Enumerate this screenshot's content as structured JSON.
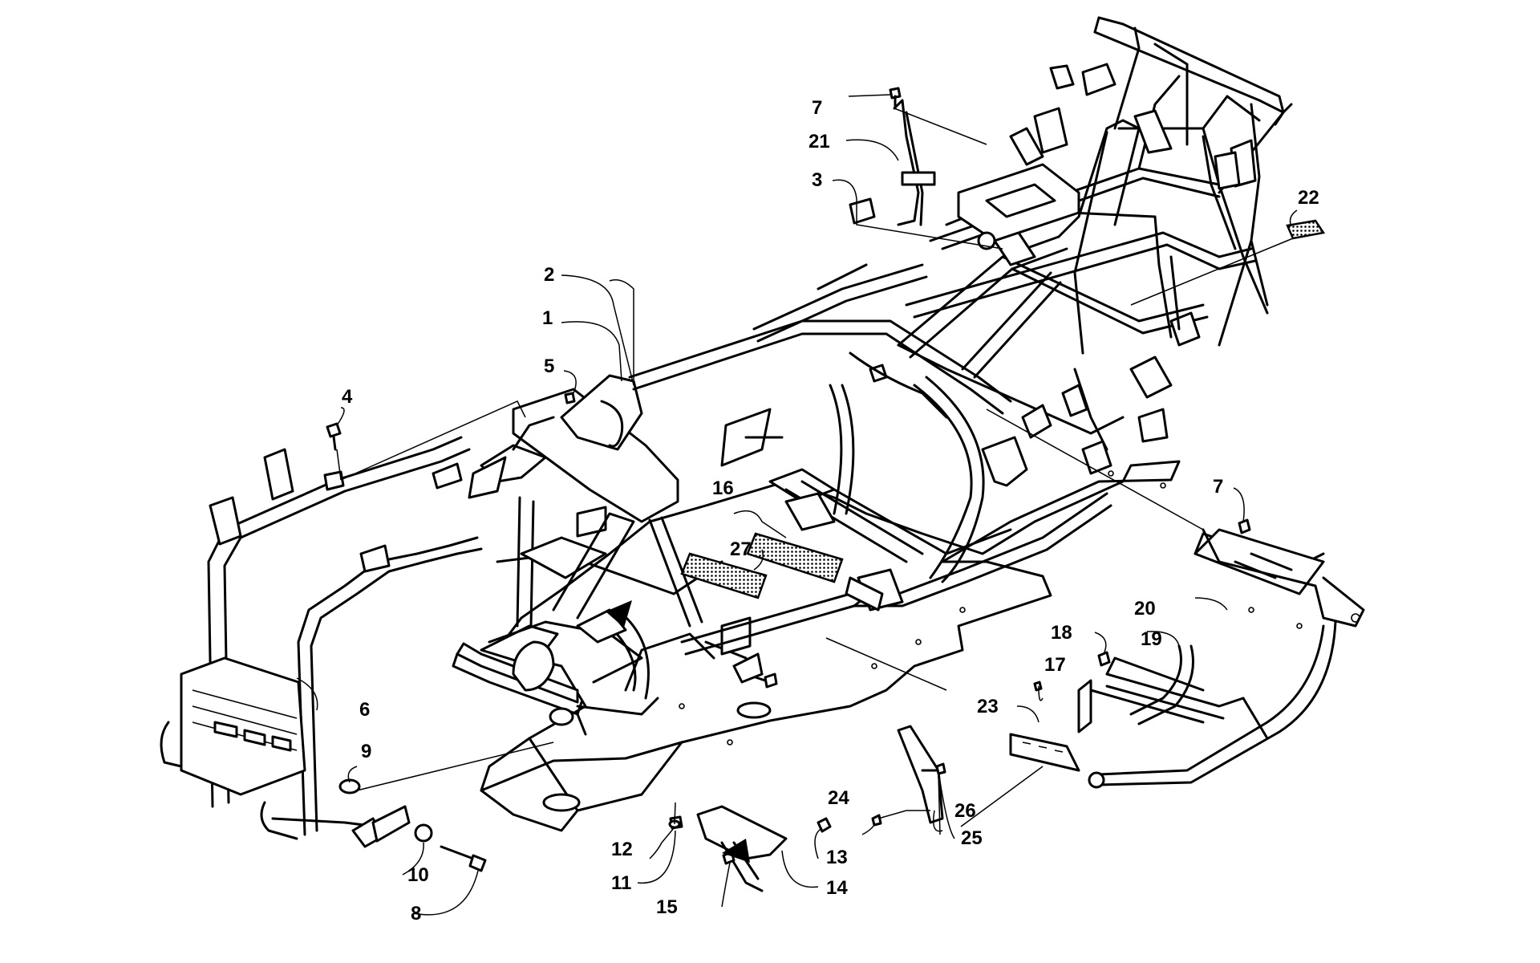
{
  "diagram": {
    "callouts": [
      {
        "id": "c1",
        "label": "1"
      },
      {
        "id": "c2",
        "label": "2"
      },
      {
        "id": "c3",
        "label": "3"
      },
      {
        "id": "c4",
        "label": "4"
      },
      {
        "id": "c5",
        "label": "5"
      },
      {
        "id": "c6",
        "label": "6"
      },
      {
        "id": "c7a",
        "label": "7"
      },
      {
        "id": "c7b",
        "label": "7"
      },
      {
        "id": "c8",
        "label": "8"
      },
      {
        "id": "c9",
        "label": "9"
      },
      {
        "id": "c10",
        "label": "10"
      },
      {
        "id": "c11",
        "label": "11"
      },
      {
        "id": "c12",
        "label": "12"
      },
      {
        "id": "c13",
        "label": "13"
      },
      {
        "id": "c14",
        "label": "14"
      },
      {
        "id": "c15",
        "label": "15"
      },
      {
        "id": "c16",
        "label": "16"
      },
      {
        "id": "c17",
        "label": "17"
      },
      {
        "id": "c18",
        "label": "18"
      },
      {
        "id": "c19",
        "label": "19"
      },
      {
        "id": "c20",
        "label": "20"
      },
      {
        "id": "c21",
        "label": "21"
      },
      {
        "id": "c22",
        "label": "22"
      },
      {
        "id": "c23",
        "label": "23"
      },
      {
        "id": "c24",
        "label": "24"
      },
      {
        "id": "c25",
        "label": "25"
      },
      {
        "id": "c26",
        "label": "26"
      },
      {
        "id": "c27",
        "label": "27"
      }
    ]
  }
}
